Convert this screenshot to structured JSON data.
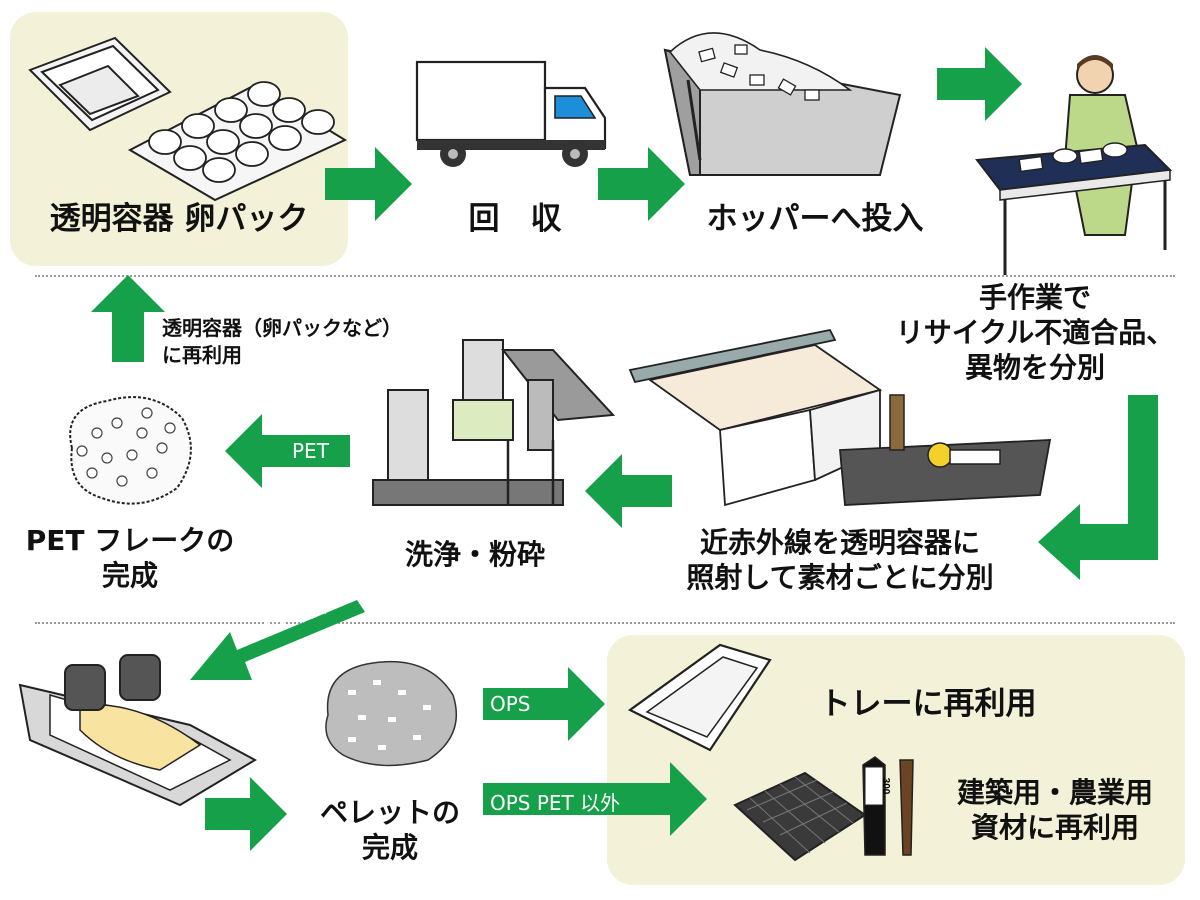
{
  "steps": {
    "source": "透明容器 卵パック",
    "collect": "回　収",
    "hopper": "ホッパーへ投入",
    "manual_line1": "手作業で",
    "manual_line2": "リサイクル不適合品、",
    "manual_line3": "異物を分別",
    "infrared_line1": "近赤外線を透明容器に",
    "infrared_line2": "照射して素材ごとに分別",
    "wash": "洗浄・粉砕",
    "flake_line1": "PET フレークの",
    "flake_line2": "完成",
    "reuse_line1": "透明容器（卵パックなど）",
    "reuse_line2": "に再利用",
    "pellet_line1": "ペレットの",
    "pellet_line2": "完成",
    "tray": "トレーに再利用",
    "building_line1": "建築用・農業用",
    "building_line2": "資材に再利用"
  },
  "arrow_labels": {
    "pet": "PET",
    "pet_other": "PET 以外",
    "ops": "OPS",
    "ops_pet_other": "OPS PET 以外"
  },
  "stake_label": "300",
  "colors": {
    "arrow_green": "#16a04a",
    "panel_bg": "#f3f1d8"
  }
}
